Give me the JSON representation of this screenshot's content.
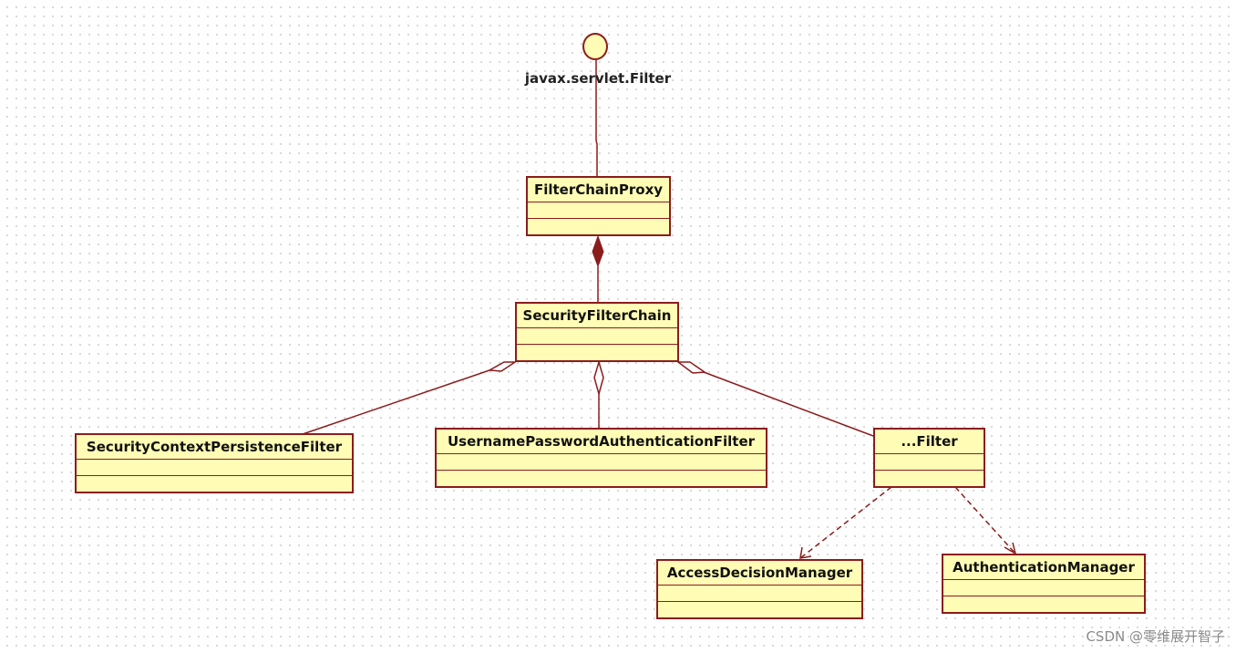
{
  "interface": {
    "name": "javax.servlet.Filter"
  },
  "classes": {
    "filter_chain_proxy": "FilterChainProxy",
    "security_filter_chain": "SecurityFilterChain",
    "security_context_persistence_filter": "SecurityContextPersistenceFilter",
    "username_password_authentication_filter": "UsernamePasswordAuthenticationFilter",
    "other_filter": "...Filter",
    "access_decision_manager": "AccessDecisionManager",
    "authentication_manager": "AuthenticationManager"
  },
  "relationships": [
    {
      "from": "FilterChainProxy",
      "to": "javax.servlet.Filter",
      "type": "realization"
    },
    {
      "from": "FilterChainProxy",
      "to": "SecurityFilterChain",
      "type": "composition"
    },
    {
      "from": "SecurityFilterChain",
      "to": "SecurityContextPersistenceFilter",
      "type": "aggregation"
    },
    {
      "from": "SecurityFilterChain",
      "to": "UsernamePasswordAuthenticationFilter",
      "type": "aggregation"
    },
    {
      "from": "SecurityFilterChain",
      "to": "...Filter",
      "type": "aggregation"
    },
    {
      "from": "...Filter",
      "to": "AccessDecisionManager",
      "type": "dependency"
    },
    {
      "from": "...Filter",
      "to": "AuthenticationManager",
      "type": "dependency"
    }
  ],
  "colors": {
    "line": "#8b1c1c",
    "class_fill": "#fffdb5",
    "grid_dot": "#cfcfcf"
  },
  "watermark": "CSDN @零维展开智子"
}
